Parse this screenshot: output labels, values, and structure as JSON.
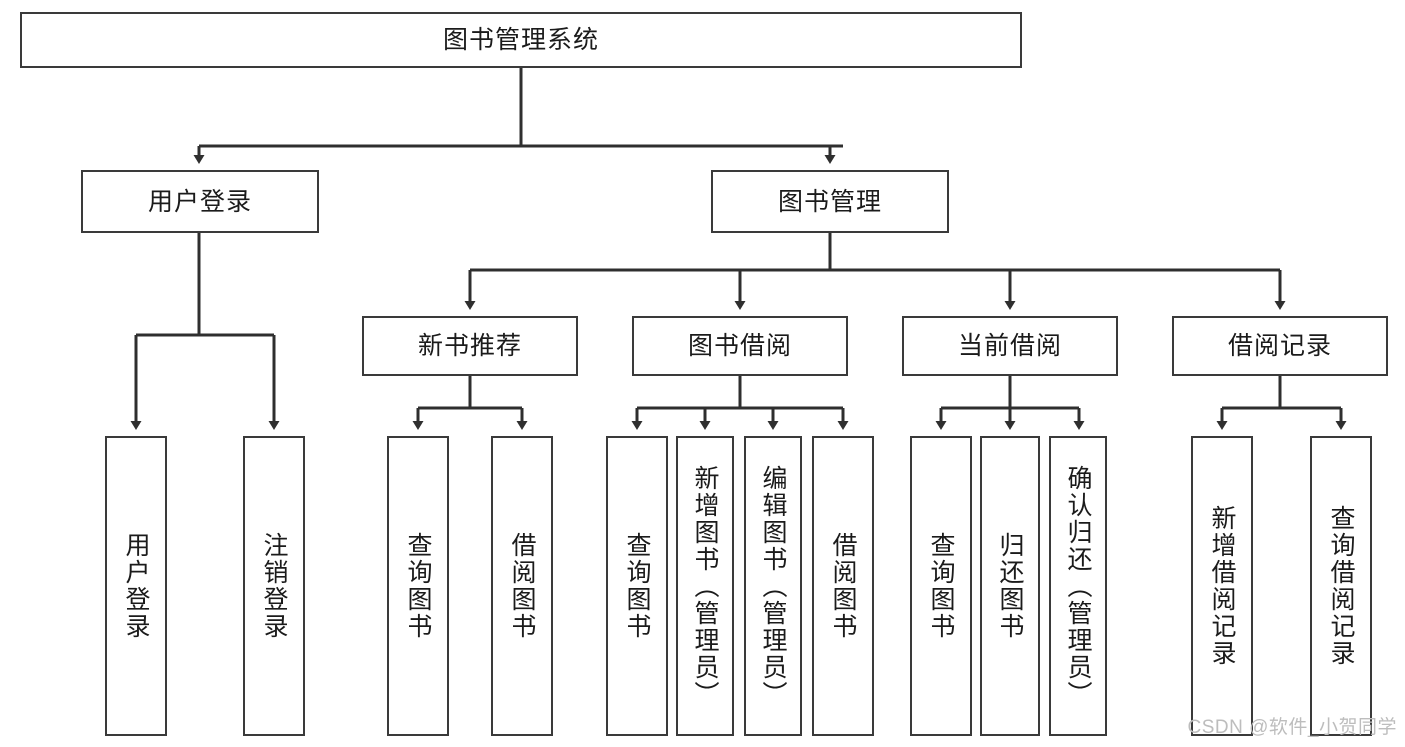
{
  "diagram": {
    "type": "tree-hierarchy",
    "title": "图书管理系统",
    "watermark": "CSDN @软件_小贺同学",
    "colors": {
      "box_border": "#3a3a3a",
      "box_fill": "#ffffff",
      "connector": "#2f2f2f",
      "text": "#1b1b1b",
      "watermark": "#bdbdbd",
      "background": "#ffffff"
    },
    "nodes": {
      "root": {
        "label": "图书管理系统"
      },
      "level2": [
        {
          "id": "user-login",
          "label": "用户登录"
        },
        {
          "id": "book-manage",
          "label": "图书管理"
        }
      ],
      "level3": [
        {
          "id": "new-book-rec",
          "label": "新书推荐"
        },
        {
          "id": "book-borrow",
          "label": "图书借阅"
        },
        {
          "id": "current-borrow",
          "label": "当前借阅"
        },
        {
          "id": "borrow-record",
          "label": "借阅记录"
        }
      ],
      "leaves": {
        "user_login": [
          {
            "id": "leaf-user-login",
            "label": "用户登录"
          },
          {
            "id": "leaf-logout-login",
            "label": "注销登录"
          }
        ],
        "new_book_rec": [
          {
            "id": "leaf-query-book-1",
            "label": "查询图书"
          },
          {
            "id": "leaf-borrow-book-1",
            "label": "借阅图书"
          }
        ],
        "book_borrow": [
          {
            "id": "leaf-query-book-2",
            "label": "查询图书"
          },
          {
            "id": "leaf-add-book",
            "label": "新增图书（管理员）"
          },
          {
            "id": "leaf-edit-book",
            "label": "编辑图书（管理员）"
          },
          {
            "id": "leaf-borrow-book-2",
            "label": "借阅图书"
          }
        ],
        "current_borrow": [
          {
            "id": "leaf-query-book-3",
            "label": "查询图书"
          },
          {
            "id": "leaf-return-book",
            "label": "归还图书"
          },
          {
            "id": "leaf-confirm-return",
            "label": "确认归还（管理员）"
          }
        ],
        "borrow_record": [
          {
            "id": "leaf-add-record",
            "label": "新增借阅记录"
          },
          {
            "id": "leaf-query-record",
            "label": "查询借阅记录"
          }
        ]
      }
    }
  }
}
